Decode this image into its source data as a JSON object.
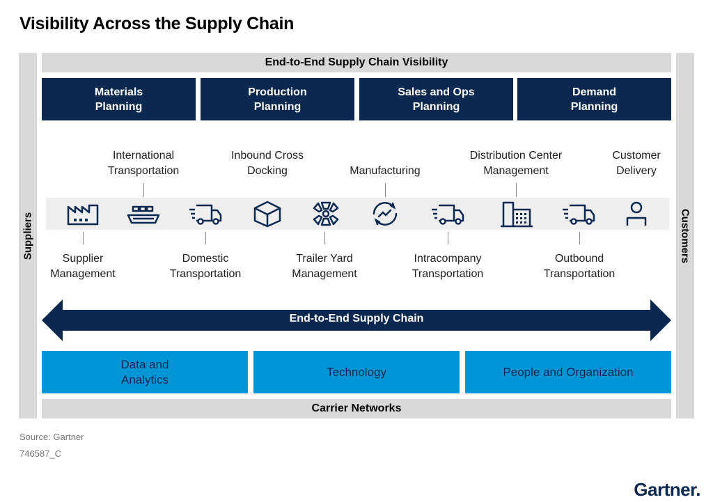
{
  "title": "Visibility Across the Supply Chain",
  "left_label": "Suppliers",
  "right_label": "Customers",
  "top_band": "End-to-End Supply Chain Visibility",
  "planning": [
    "Materials\nPlanning",
    "Production\nPlanning",
    "Sales and Ops\nPlanning",
    "Demand\nPlanning"
  ],
  "stages_above": [
    "International\nTransportation",
    "Inbound Cross\nDocking",
    "Manufacturing",
    "Distribution Center\nManagement",
    "Customer\nDelivery"
  ],
  "stages_below": [
    "Supplier\nManagement",
    "Domestic\nTransportation",
    "Trailer Yard\nManagement",
    "Intracompany\nTransportation",
    "Outbound\nTransportation"
  ],
  "icons": [
    "factory-icon",
    "ship-icon",
    "truck-icon",
    "box-icon",
    "yard-fan-icon",
    "gear-cycle-icon",
    "truck-icon",
    "building-icon",
    "truck-icon",
    "person-icon"
  ],
  "arrow_label": "End-to-End Supply Chain",
  "enablers": [
    "Data and\nAnalytics",
    "Technology",
    "People and Organization"
  ],
  "bottom_band": "Carrier Networks",
  "source": "Source: Gartner",
  "figure_id": "746587_C",
  "brand": "Gartner.",
  "colors": {
    "navy": "#0b2851",
    "blue": "#0096d6",
    "grey": "#d9d9d9",
    "light_grey": "#eeeeee"
  }
}
